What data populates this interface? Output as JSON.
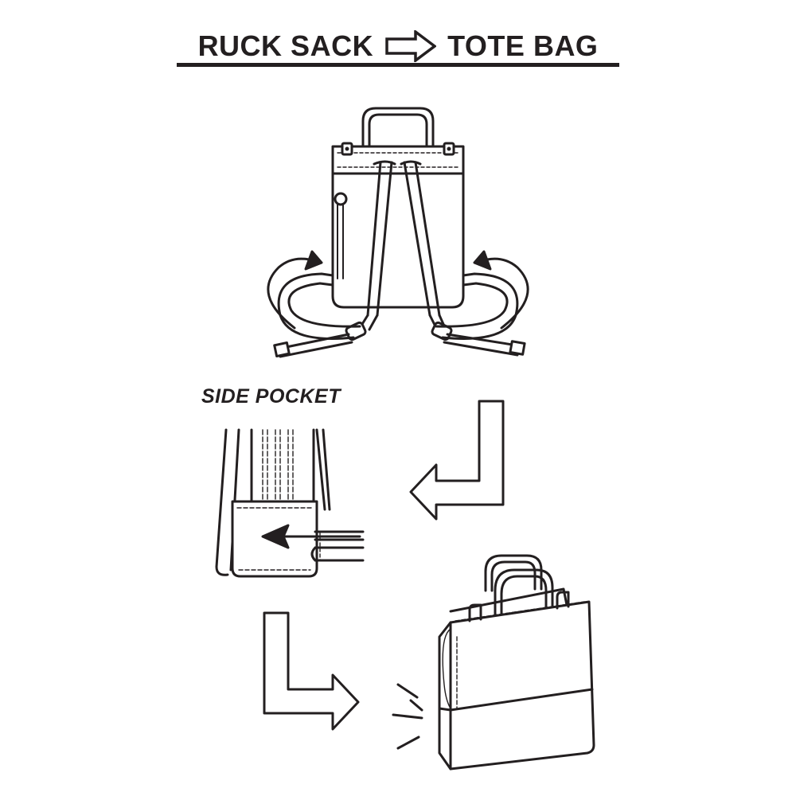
{
  "title": {
    "from": "RUCK SACK",
    "to": "TOTE BAG",
    "arrow_icon": "right-arrow-icon"
  },
  "step_label": "SIDE POCKET",
  "colors": {
    "ink": "#231f20",
    "background": "#ffffff"
  }
}
